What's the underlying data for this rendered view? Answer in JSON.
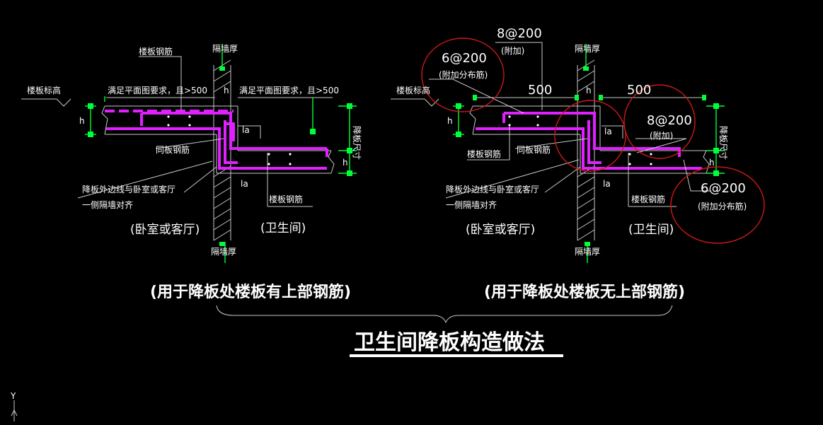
{
  "colors": {
    "background": "#000000",
    "rebar": "#e020ff",
    "dimension": "#00ff3a",
    "annotation_circle": "#d01818",
    "text": "#ffffff",
    "grid_line": "#c8c8c8"
  },
  "left_detail": {
    "label_slab_rebar_top": "楼板钢筋",
    "label_partition_thickness_top": "隔墙厚",
    "label_floor_elevation": "楼板标高",
    "label_requirement_1": "满足平面图要求，且>500",
    "label_requirement_2": "满足平面图要求，且>500",
    "label_same_slab_rebar": "同板钢筋",
    "label_slab_edge_note_1": "降板外边线与卧室或客厅",
    "label_slab_edge_note_2": "一侧隔墙对齐",
    "label_slab_rebar_bottom": "楼板钢筋",
    "label_partition_thickness_bottom": "隔墙厚",
    "label_room_left": "(卧室或客厅)",
    "label_room_right": "(卫生间)",
    "label_drop_size": "降板尺寸",
    "dim_h": "h",
    "dim_la": "la",
    "caption": "(用于降板处楼板有上部钢筋)"
  },
  "right_detail": {
    "label_8at200_top": "8@200",
    "label_additional_top": "(附加)",
    "label_6at200_top": "6@200",
    "label_additional_dist_top": "(附加分布筋)",
    "label_partition_thickness_top": "隔墙厚",
    "label_floor_elevation": "楼板标高",
    "dim_500_left": "500",
    "dim_500_right": "500",
    "label_8at200_mid": "8@200",
    "label_additional_mid": "(附加)",
    "label_slab_rebar": "楼板钢筋",
    "label_same_slab_rebar": "同板钢筋",
    "label_slab_edge_note_1": "降板外边线与卧室或客厅",
    "label_slab_edge_note_2": "一侧隔墙对齐",
    "label_slab_rebar_bottom": "楼板钢筋",
    "label_6at200_bottom": "6@200",
    "label_additional_dist_bottom": "(附加分布筋)",
    "label_partition_thickness_bottom": "隔墙厚",
    "label_room_left": "(卧室或客厅)",
    "label_room_right": "(卫生间)",
    "label_drop_size": "降板尺寸",
    "dim_h": "h",
    "dim_la": "la",
    "caption": "(用于降板处楼板无上部钢筋)"
  },
  "main_title": "卫生间降板构造做法",
  "ucs": {
    "axis_label": "Y"
  }
}
